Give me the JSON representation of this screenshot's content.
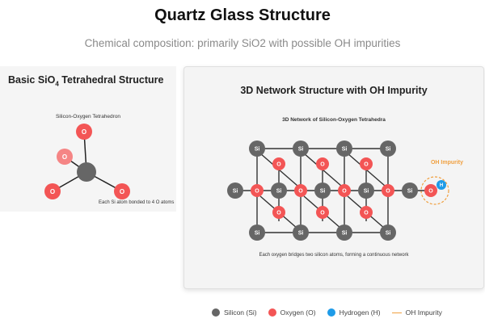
{
  "title": "Quartz Glass Structure",
  "subtitle": "Chemical composition: primarily SiO2 with possible OH impurities",
  "left_panel": {
    "heading_prefix": "Basic SiO",
    "heading_sub": "4",
    "heading_suffix": " Tetrahedral Structure",
    "diagram_title": "Silicon-Oxygen Tetrahedron",
    "oxygen_label": "O",
    "caption": "Each Si atom bonded to 4 O atoms"
  },
  "right_panel": {
    "heading": "3D Network Structure with OH Impurity",
    "diagram_title": "3D Network of Silicon-Oxygen Tetrahedra",
    "silicon_label": "Si",
    "oxygen_label": "O",
    "hydrogen_label": "H",
    "impurity_label": "OH Impurity",
    "caption": "Each oxygen bridges two silicon atoms, forming a continuous network"
  },
  "legend": [
    {
      "label": "Silicon (Si)",
      "color": "#666666",
      "kind": "dot",
      "icon": "silicon-dot"
    },
    {
      "label": "Oxygen (O)",
      "color": "#f35555",
      "kind": "dot",
      "icon": "oxygen-dot"
    },
    {
      "label": "Hydrogen (H)",
      "color": "#1e9be8",
      "kind": "dot",
      "icon": "hydrogen-dot"
    },
    {
      "label": "OH Impurity",
      "color": "#f0a040",
      "kind": "dash",
      "icon": "impurity-line"
    }
  ],
  "colors": {
    "silicon": "#666666",
    "oxygen": "#f35555",
    "oxygen_light": "#f58585",
    "hydrogen": "#1e9be8",
    "impurity": "#f0a040"
  }
}
